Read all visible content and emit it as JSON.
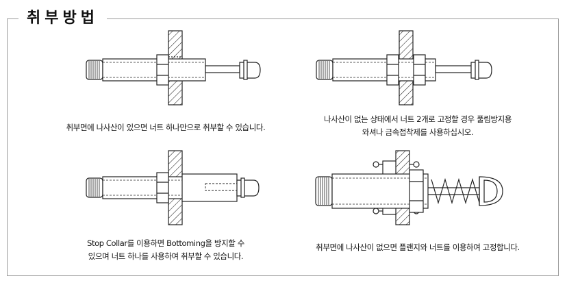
{
  "header": {
    "title": "취부방법"
  },
  "methods": [
    {
      "caption_lines": [
        "취부면에 나사산이 있으면 너트 하나만으로 취부할 수 있습니다."
      ]
    },
    {
      "caption_lines": [
        "나사산이 없는 상태에서 너트 2개로 고정할 경우 풀림방지용",
        "와셔나 금속접착제를 사용하십시오."
      ]
    },
    {
      "caption_lines": [
        "Stop Collar를 이용하면 Bottoming을 방지할 수",
        "있으며 너트 하나를 사용하여 취부할 수 있습니다."
      ]
    },
    {
      "caption_lines": [
        "취부면에 나사산이 없으면 플랜지와 너트를 이용하여 고정합니다."
      ]
    }
  ],
  "icons": [
    "hatched-wall",
    "shock-absorber",
    "hex-nut",
    "stop-collar",
    "flange",
    "coil-spring"
  ]
}
